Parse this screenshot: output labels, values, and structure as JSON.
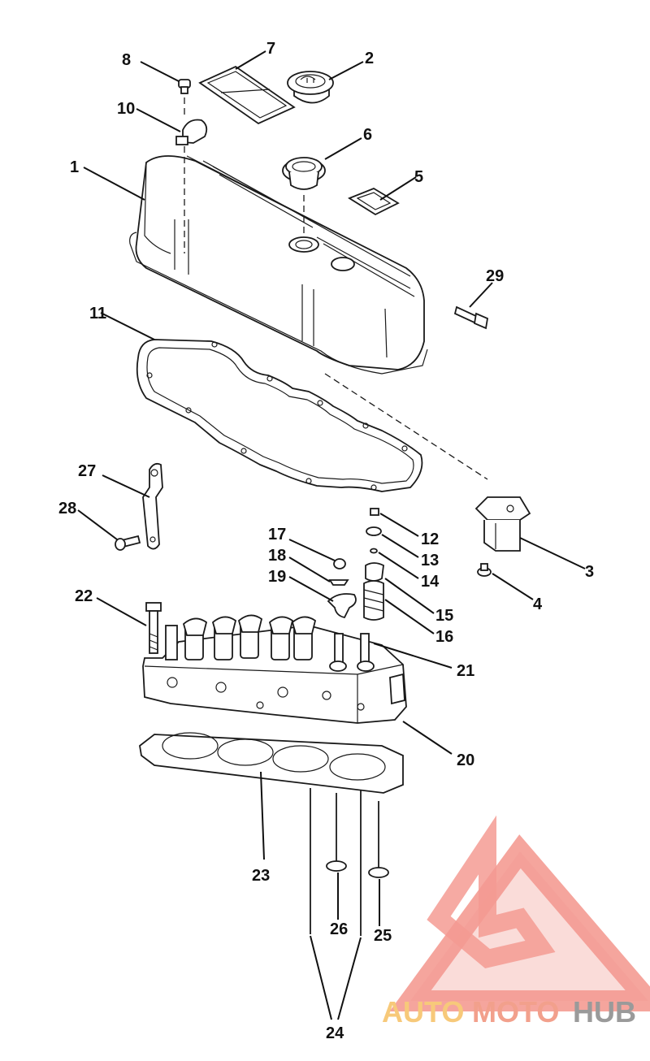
{
  "callouts": [
    "1",
    "2",
    "3",
    "4",
    "5",
    "6",
    "7",
    "8",
    "10",
    "11",
    "12",
    "13",
    "14",
    "15",
    "16",
    "17",
    "18",
    "19",
    "20",
    "21",
    "22",
    "23",
    "24",
    "25",
    "26",
    "27",
    "28",
    "29"
  ],
  "watermark": {
    "brand_part1": "AUTO",
    "brand_part2": "MOTO",
    "brand_part3": "HUB",
    "colors": {
      "logo": "#f28a80",
      "auto": "#f7c97a",
      "moto": "#f2a08c",
      "hub": "#9a9a9a"
    }
  }
}
